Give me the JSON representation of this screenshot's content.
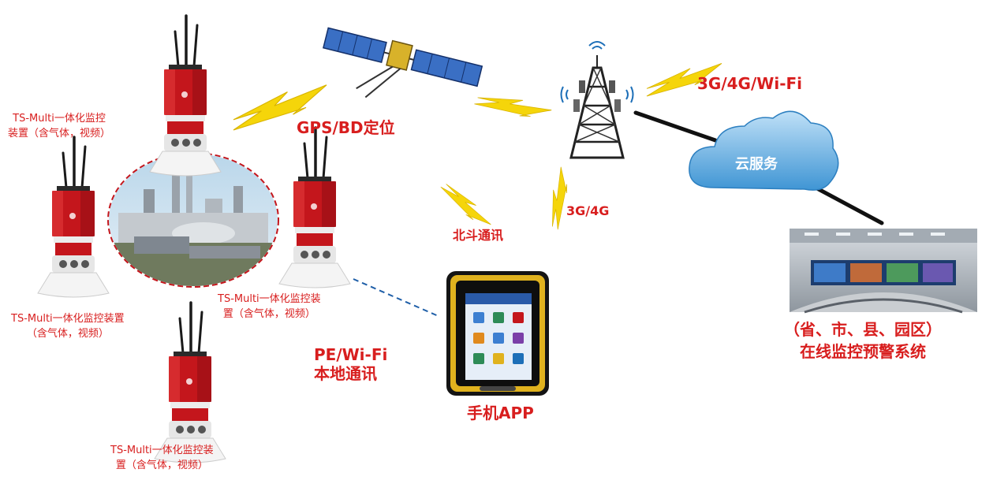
{
  "labels": {
    "device_1": [
      "TS-Multi一体化监控",
      "装置（含气体，视频）"
    ],
    "device_2": [
      "TS-Multi一体化监控装置",
      "（含气体，视频）"
    ],
    "device_3": [
      "TS-Multi一体化监控装",
      "置（含气体，视频）"
    ],
    "device_4": [
      "TS-Multi一体化监控装",
      "置（含气体，视频）"
    ],
    "gps": "GPS/BD定位",
    "network": "3G/4G/Wi-Fi",
    "cloud": "云服务",
    "cellular": "3G/4G",
    "beidou": "北斗通讯",
    "local_comm": [
      "PE/Wi-Fi",
      "本地通讯"
    ],
    "app": "手机APP",
    "system": [
      "（省、市、县、园区）",
      "在线监控预警系统"
    ]
  },
  "colors": {
    "label_red": "#d81e1e",
    "device_red": "#c4161c",
    "lightning_yellow": "#f5d50a",
    "cloud_blue": "#3f95d4",
    "link_dashed": "#1f5fa8",
    "link_solid": "#111111"
  },
  "icons": [
    "monitoring-device-icon",
    "satellite-icon",
    "cell-tower-icon",
    "lightning-signal-icon",
    "cloud-icon",
    "tablet-icon",
    "control-room-image",
    "factory-image"
  ]
}
